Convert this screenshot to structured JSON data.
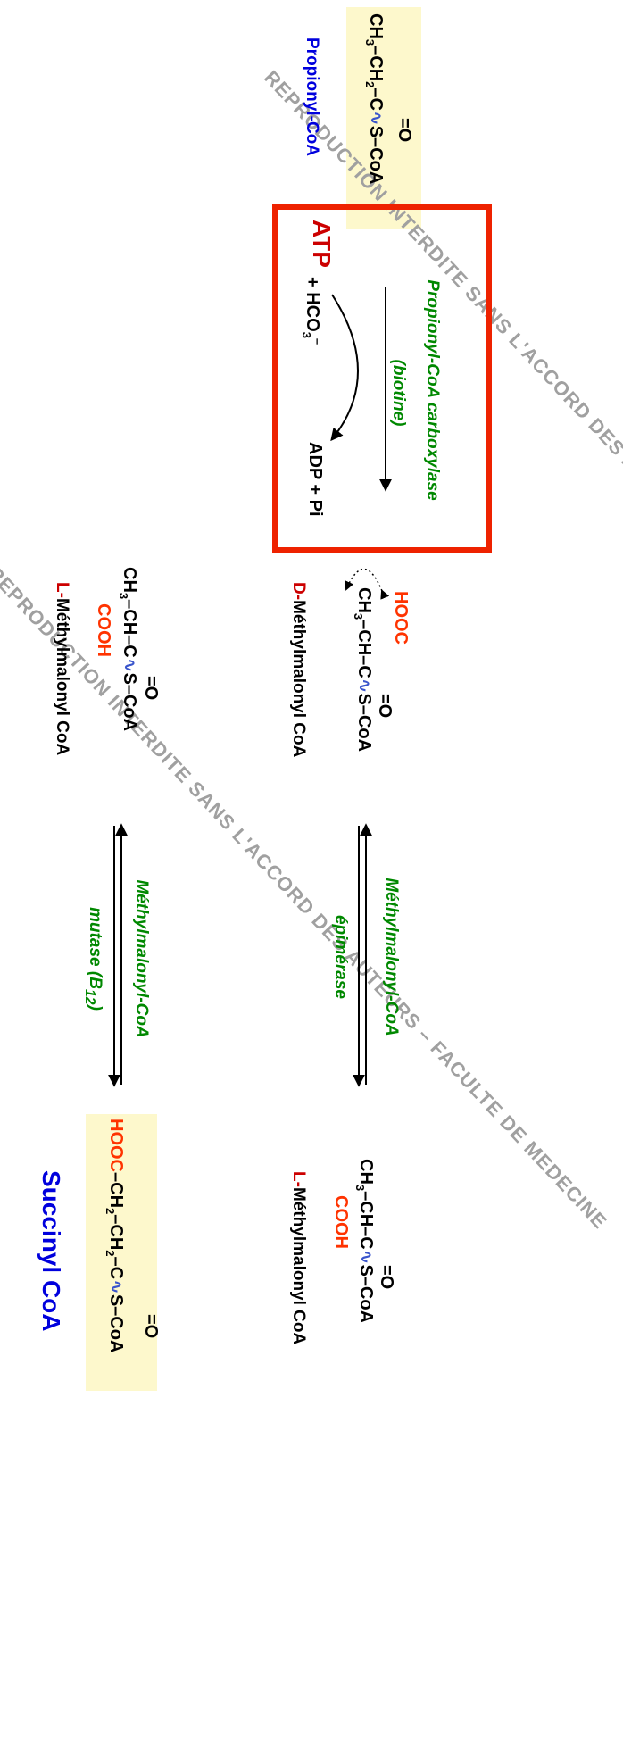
{
  "watermark": {
    "text_1": "REPRODUCTION INTERDITE SANS L'ACCORD DES AUTEURS – FACULTE DE MEDECINE",
    "text_2": "REPRODUCTION INTERDITE SANS L'ACCORD DES AUTEURS – FACULTE DE MEDECINE"
  },
  "propionyl": {
    "name": "Propionyl-CoA",
    "formula_html": "CH<sub>3</sub>–CH<sub>2</sub>–C<span class=\"b\">∿</span>S–CoA",
    "oxygen": "=O"
  },
  "carboxylase": {
    "enzyme": "Propionyl-CoA carboxylase",
    "cofactor": "(biotine)",
    "atp": "ATP",
    "plus_hco3_html": "+ HCO<sub>3</sub><sup>–</sup>",
    "products": "ADP + Pi"
  },
  "d_methylmalonyl": {
    "name_prefix": "D-",
    "name_rest": "Méthylmalonyl CoA",
    "hooc": "HOOC",
    "formula_html": "CH<sub>3</sub>–CH–C<span class=\"b\">∿</span>S–CoA",
    "oxygen": "=O"
  },
  "l_methylmalonyl_1": {
    "name_prefix": "L-",
    "name_rest": "Méthylmalonyl CoA",
    "cooh": "COOH",
    "formula_html": "CH<sub>3</sub>–CH–C<span class=\"b\">∿</span>S–CoA",
    "oxygen": "=O"
  },
  "l_methylmalonyl_2": {
    "name_prefix": "L-",
    "name_rest": "Méthylmalonyl CoA",
    "cooh": "COOH",
    "formula_html": "CH<sub>3</sub>–CH–C<span class=\"b\">∿</span>S–CoA",
    "oxygen": "=O"
  },
  "epimerase": {
    "line1": "Méthylmalonyl-CoA",
    "line2": "épimérase"
  },
  "mutase": {
    "line1": "Méthylmalonyl-CoA",
    "line2_html": "mutase (B<sub>12</sub>)"
  },
  "succinyl": {
    "name": "Succinyl CoA",
    "formula_html": "<span class=\"r\">HOOC</span>–CH<sub>2</sub>–CH<sub>2</sub>–C<span class=\"b\">∿</span>S–CoA",
    "oxygen": "=O"
  },
  "colors": {
    "highlight": "#fdf8cc",
    "box": "#ee2200",
    "enzyme": "#008800",
    "acid_group": "#ff3300",
    "name_blue": "#0000dd"
  }
}
